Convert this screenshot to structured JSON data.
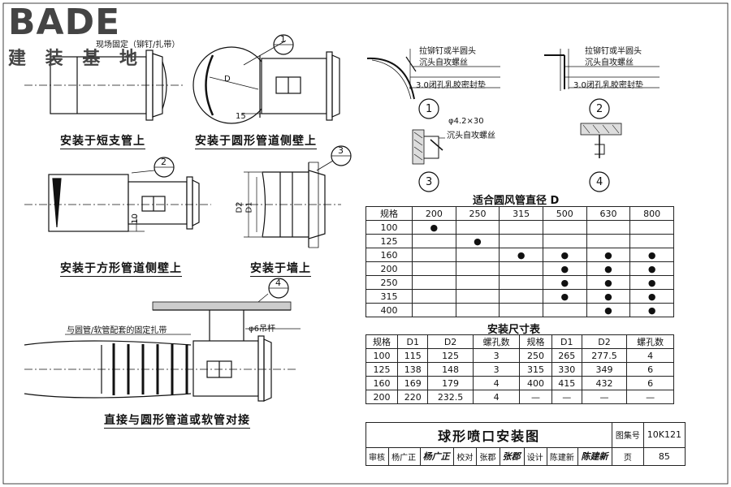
{
  "logo": {
    "main": "BADE",
    "sub": "建 装 基 地"
  },
  "drawings": {
    "short_branch": {
      "caption": "安装于短支管上"
    },
    "round_side": {
      "caption": "安装于圆形管道侧壁上",
      "note": "现场固定（铆钉/扎带）",
      "dim_d": "D",
      "dim_15": "15",
      "callout": "1"
    },
    "square_side": {
      "caption": "安装于方形管道侧壁上",
      "dim_10": "10",
      "callout": "2"
    },
    "wall": {
      "caption": "安装于墙上",
      "dim_d2": "D2",
      "dim_d1": "D1",
      "callout": "3"
    },
    "direct": {
      "caption": "直接与圆形管道或软管对接",
      "note_clamp": "与圆管/软管配套的固定扎带",
      "note_rod": "φ6吊杆",
      "callout": "4"
    }
  },
  "details": {
    "d1": {
      "number": "1",
      "l1": "拉铆钉或半圆头",
      "l2": "沉头自攻螺丝",
      "l3": "3.0闭孔乳胶密封垫"
    },
    "d2": {
      "number": "2",
      "l1": "拉铆钉或半圆头",
      "l2": "沉头自攻螺丝",
      "l3": "3.0闭孔乳胶密封垫"
    },
    "d3": {
      "number": "3",
      "l1": "φ4.2×30",
      "l2": "沉头自攻螺丝"
    },
    "d4": {
      "number": "4"
    }
  },
  "dia_table": {
    "title": "适合圆风管直径 D",
    "corner": "规格",
    "columns": [
      "200",
      "250",
      "315",
      "500",
      "630",
      "800"
    ],
    "rows": [
      {
        "spec": "100",
        "marks": [
          "●",
          "",
          "",
          "",
          "",
          ""
        ]
      },
      {
        "spec": "125",
        "marks": [
          "",
          "●",
          "",
          "",
          "",
          ""
        ]
      },
      {
        "spec": "160",
        "marks": [
          "",
          "",
          "●",
          "●",
          "●",
          "●"
        ]
      },
      {
        "spec": "200",
        "marks": [
          "",
          "",
          "",
          "●",
          "●",
          "●"
        ]
      },
      {
        "spec": "250",
        "marks": [
          "",
          "",
          "",
          "●",
          "●",
          "●"
        ]
      },
      {
        "spec": "315",
        "marks": [
          "",
          "",
          "",
          "●",
          "●",
          "●"
        ]
      },
      {
        "spec": "400",
        "marks": [
          "",
          "",
          "",
          "",
          "●",
          "●"
        ]
      }
    ]
  },
  "size_table": {
    "title": "安装尺寸表",
    "headers": [
      "规格",
      "D1",
      "D2",
      "螺孔数",
      "规格",
      "D1",
      "D2",
      "螺孔数"
    ],
    "rows": [
      [
        "100",
        "115",
        "125",
        "3",
        "250",
        "265",
        "277.5",
        "4"
      ],
      [
        "125",
        "138",
        "148",
        "3",
        "315",
        "330",
        "349",
        "6"
      ],
      [
        "160",
        "169",
        "179",
        "4",
        "400",
        "415",
        "432",
        "6"
      ],
      [
        "200",
        "220",
        "232.5",
        "4",
        "—",
        "—",
        "—",
        "—"
      ]
    ]
  },
  "title_block": {
    "title": "球形喷口安装图",
    "atlas_label": "图集号",
    "atlas_no": "10K121",
    "review_label": "审核",
    "reviewer": "杨广正",
    "reviewer_sig": "杨广正",
    "check_label": "校对",
    "checker": "张郡",
    "checker_sig": "张郡",
    "design_label": "设计",
    "designer": "陈建新",
    "designer_sig": "陈建新",
    "page_label": "页",
    "page_no": "85"
  }
}
